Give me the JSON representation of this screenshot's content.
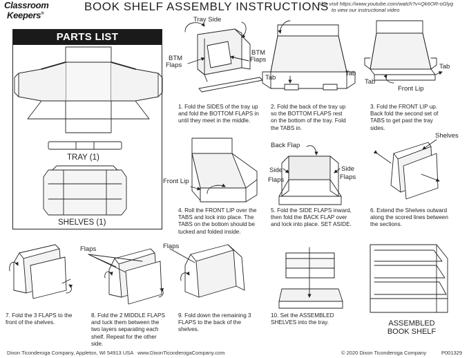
{
  "header": {
    "logo_line1": "Classroom",
    "logo_line2": "Keepers",
    "logo_mark": "®",
    "title": "BOOK SHELF ASSEMBLY INSTRUCTIONS",
    "video_note_line1": "Also visit https://www.youtube.com/watch?v=Qk6OR-oGlyg",
    "video_note_line2": "to view our instructional video"
  },
  "parts_list": {
    "heading": "PARTS LIST",
    "tray_label": "TRAY (1)",
    "shelves_label": "SHELVES (1)"
  },
  "callouts": {
    "tray_side": "Tray Side",
    "btm_flaps_left_1": "BTM",
    "btm_flaps_left_2": "Flaps",
    "btm_flaps_right_1": "BTM",
    "btm_flaps_right_2": "Flaps",
    "tab_step2_left": "Tab",
    "tab_step2_right": "Tab",
    "tab_step3_left": "Tab",
    "tab_step3_right": "Tab",
    "front_lip_step3": "Front Lip",
    "front_lip_step4": "Front Lip",
    "back_flap": "Back Flap",
    "side_flaps_left_1": "Side",
    "side_flaps_left_2": "Flaps",
    "side_flaps_right_1": "Side",
    "side_flaps_right_2": "Flaps",
    "shelves": "Shelves",
    "flaps_step8": "Flaps",
    "flaps_step9": "Flaps"
  },
  "steps": {
    "s1": "1. Fold the SIDES of the tray up and fold the BOTTOM FLAPS in until they meet in the middle.",
    "s2": "2. Fold the back of the tray up so the BOTTOM FLAPS rest on the bottom of the tray. Fold the TABS in.",
    "s3": "3. Fold the FRONT LIP up. Back fold the second set of TABS to get past the tray sides.",
    "s4": "4. Roll the FRONT LIP over the TABS and lock into place. The TABS on the bottom should be tucked and folded inside.",
    "s5": "5. Fold the SIDE FLAPS inward, then fold the BACK FLAP over and lock into place. SET ASIDE.",
    "s6": "6. Extend the Shelves outward along the scored lines between the sections.",
    "s7": "7. Fold the 3 FLAPS to the front of the shelves.",
    "s8": "8. Fold the 2 MIDDLE FLAPS and tuck them between the two layers separating each shelf. Repeat for the other side.",
    "s9": "9. Fold down the remaining 3 FLAPS to the back of the shelves.",
    "s10": "10. Set the ASSEMBLED SHELVES into the tray."
  },
  "assembled_label_1": "ASSEMBLED",
  "assembled_label_2": "BOOK SHELF",
  "footer": {
    "left": "Dixon Ticonderoga Company, Appleton, WI 54913 USA   www.DixonTiconderogaCompany.com",
    "copyright": "© 2020 Dixon Ticonderoga Company",
    "code": "P001329"
  }
}
